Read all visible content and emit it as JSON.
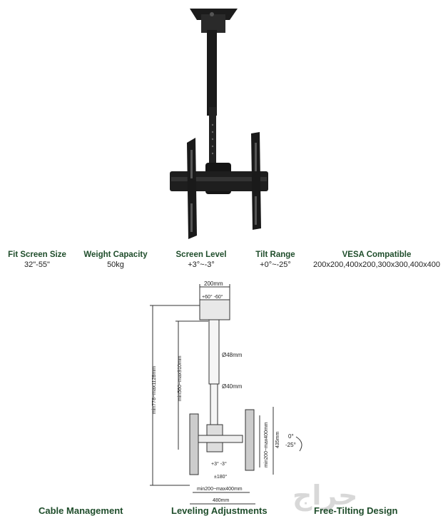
{
  "specs": [
    {
      "title": "Fit Screen Size",
      "value": "32\"-55\""
    },
    {
      "title": "Weight Capacity",
      "value": "50kg"
    },
    {
      "title": "Screen Level",
      "value": "+3°~-3°"
    },
    {
      "title": "Tilt Range",
      "value": "+0°~-25°"
    },
    {
      "title": "VESA Compatible",
      "value": "200x200,400x200,300x300,400x400"
    }
  ],
  "diagram_labels": {
    "top_width": "200mm",
    "swivel": "+60° -60°",
    "outer_pole_dia": "Ø48mm",
    "inner_pole_dia": "Ø40mm",
    "total_height": "min778~max1128mm",
    "pole_height": "min560~max910mm",
    "level": "+3°  -3°",
    "rotate": "±180°",
    "vesa_height": "min200~max400mm",
    "arm_height": "435mm",
    "tilt_top": "0°",
    "tilt_bottom": "-25°",
    "vesa_width": "min200~max400mm",
    "bottom_width": "480mm"
  },
  "features": [
    {
      "label": "Cable Management"
    },
    {
      "label": "Leveling Adjustments"
    },
    {
      "label": "Free-Tilting Design"
    }
  ],
  "watermark": "حراج"
}
